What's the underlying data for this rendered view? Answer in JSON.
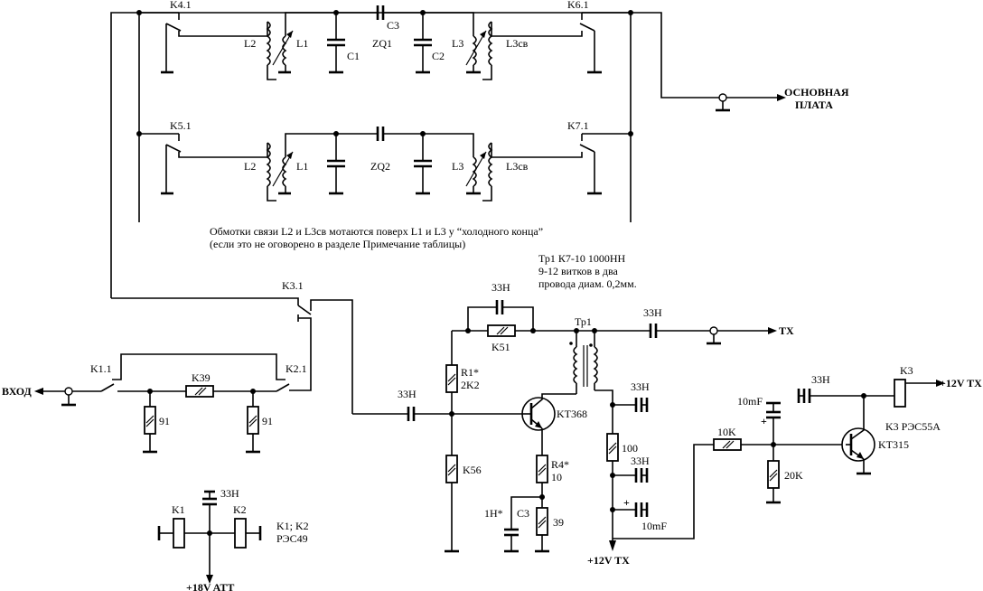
{
  "ports": {
    "input": "ВХОД",
    "main_board_line1": "ОСНОВНАЯ",
    "main_board_line2": "ПЛАТА",
    "tx1": "TX",
    "plus12_tx_top": "+12V TX",
    "plus12_tx_bottom": "+12V TX",
    "plus18_att": "+18V ATT"
  },
  "relay_contacts": {
    "k41": "K4.1",
    "k51": "K5.1",
    "k61": "K6.1",
    "k71": "K7.1",
    "k31": "K3.1",
    "k11": "K1.1",
    "k21": "K2.1"
  },
  "filter1": {
    "l2": "L2",
    "l1": "L1",
    "c1": "C1",
    "c3": "C3",
    "zq": "ZQ1",
    "c2": "C2",
    "l3": "L3",
    "l3sv": "L3св"
  },
  "filter2": {
    "l2": "L2",
    "l1": "L1",
    "zq": "ZQ2",
    "l3": "L3",
    "l3sv": "L3св"
  },
  "notes": {
    "winding_line1": "Обмотки связи L2 и L3св мотаются поверх L1 и L3 у “холодного конца”",
    "winding_line2": "(если это не оговорено в разделе Примечание таблицы)",
    "tr1_line1": "Тр1 К7-10 1000НН",
    "tr1_line2": "9-12 витков в два",
    "tr1_line3": "провода диам. 0,2мм."
  },
  "attenuator": {
    "k39": "K39",
    "r91a": "91",
    "r91b": "91"
  },
  "amplifier": {
    "c_fb": "33H",
    "k51": "K51",
    "tr1": "Тр1",
    "c_out": "33H",
    "r1_line1": "R1*",
    "r1_line2": "2K2",
    "c_in": "33H",
    "k56": "K56",
    "kt368": "KT368",
    "r4_line1": "R4*",
    "r4_line2": "10",
    "c1n": "1H*",
    "c3": "C3",
    "r39": "39",
    "c33_a": "33H",
    "r100": "100",
    "c33_b": "33H",
    "c10mf": "10mF"
  },
  "switch": {
    "c33": "33H",
    "k3": "K3",
    "c10mf": "10mF",
    "r10k": "10K",
    "r20k": "20K",
    "kt315": "KT315",
    "k3_type": "K3  РЭС55А"
  },
  "relays_bottom": {
    "c33": "33H",
    "k1": "K1",
    "k2": "K2",
    "desc_line1": "K1; K2",
    "desc_line2": "РЭС49"
  }
}
